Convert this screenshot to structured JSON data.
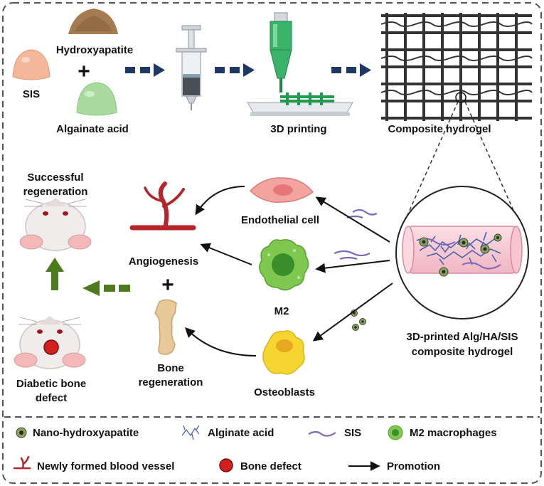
{
  "workflow": {
    "hydroxyapatite": "Hydroxyapatite",
    "sis": "SIS",
    "alginate": "Algainate acid",
    "printing": "3D printing",
    "composite": "Composite hydrogel"
  },
  "mechanism": {
    "successful_line1": "Successful",
    "successful_line2": "regeneration",
    "diabetic_line1": "Diabetic bone",
    "diabetic_line2": "defect",
    "angiogenesis": "Angiogenesis",
    "bone_line1": "Bone",
    "bone_line2": "regeneration",
    "endothelial": "Endothelial cell",
    "m2": "M2",
    "osteoblasts": "Osteoblasts",
    "hydrogel_line1": "3D-printed Alg/HA/SIS",
    "hydrogel_line2": "composite hydrogel",
    "plus": "+"
  },
  "legend": {
    "nano_ha": "Nano-hydroxyapatite",
    "alginate": "Alginate acid",
    "sis": "SIS",
    "m2_macrophages": "M2 macrophages",
    "vessel": "Newly formed blood vessel",
    "bone_defect": "Bone defect",
    "promotion": "Promotion"
  },
  "colors": {
    "dash_arrow": "#1f3864",
    "green_arrow": "#4e7a1e",
    "vessel": "#b5262b",
    "m2": "#7ec850",
    "endothelial": "#f3a3a0",
    "osteoblast": "#f6d531",
    "bone": "#e9c99a",
    "defect": "#d11f1f"
  }
}
